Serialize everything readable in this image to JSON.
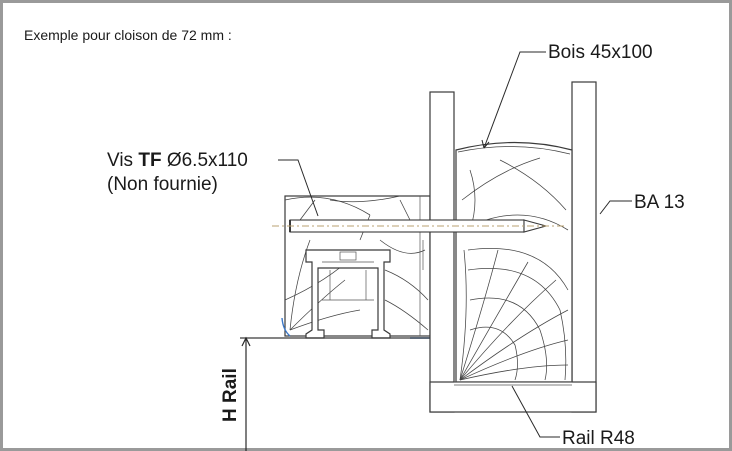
{
  "caption": "Exemple pour cloison de 72 mm :",
  "labels": {
    "bois": "Bois 45x100",
    "vis_prefix": "Vis ",
    "vis_brand": "TF",
    "vis_spec": " Ø6.5x110",
    "vis_note": "(Non fournie)",
    "ba": "BA 13",
    "rail": "Rail R48",
    "h_rail": "H Rail"
  },
  "colors": {
    "line": "#3a3a3a",
    "screw_axis": "#b8a070",
    "accent_blue": "#3c78c8",
    "frame": "#9a9a9a"
  }
}
